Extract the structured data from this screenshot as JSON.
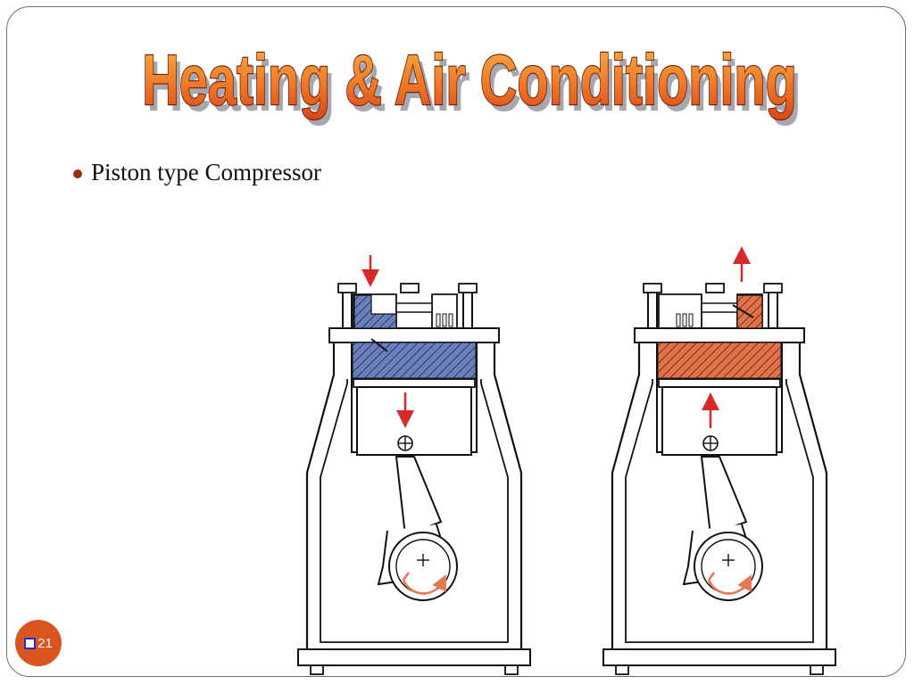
{
  "slide": {
    "title": "Heating & Air Conditioning",
    "bullet": "Piston type Compressor",
    "page_number": "21"
  },
  "diagram": {
    "left": {
      "stroke": "intake",
      "fill_color": "#5b6fae",
      "arrow_color": "#d62a2a",
      "rotation_arrow_color": "#e8784f"
    },
    "right": {
      "stroke": "compression",
      "fill_color": "#d9663f",
      "arrow_color": "#d62a2a",
      "rotation_arrow_color": "#e8784f"
    }
  },
  "colors": {
    "title_top": "#f2a33a",
    "title_bottom": "#d9541e",
    "title_outline": "#7a2410",
    "title_shadow": "#9a9aa3",
    "bullet_dot": "#9a2b1c",
    "badge": "#d9541e"
  }
}
